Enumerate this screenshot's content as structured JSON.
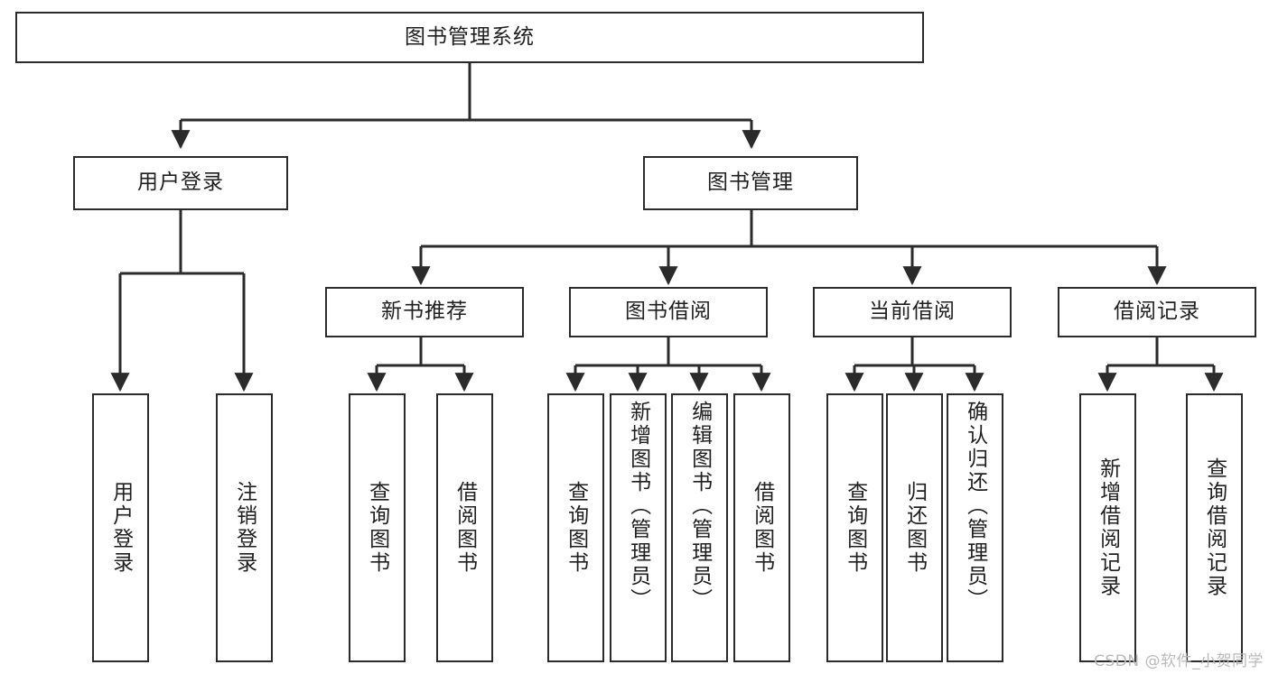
{
  "diagram": {
    "title": "图书管理系统",
    "watermark": "CSDN @软件_小贺同学",
    "colors": {
      "background": "#ffffff",
      "box_border": "#2b2b2b",
      "box_fill": "#ffffff",
      "text": "#1f1f1f",
      "edge": "#2b2b2b",
      "watermark": "#b9b9b9"
    },
    "levels": {
      "root": {
        "label": "图书管理系统"
      },
      "level2": [
        {
          "label": "用户登录"
        },
        {
          "label": "图书管理"
        }
      ],
      "level3": [
        {
          "label": "新书推荐"
        },
        {
          "label": "图书借阅"
        },
        {
          "label": "当前借阅"
        },
        {
          "label": "借阅记录"
        }
      ]
    },
    "leaves": {
      "user_login": [
        {
          "label": "用户登录"
        },
        {
          "label": "注销登录"
        }
      ],
      "new_book": [
        {
          "label": "查询图书"
        },
        {
          "label": "借阅图书"
        }
      ],
      "book_borrow": [
        {
          "label": "查询图书"
        },
        {
          "label": "新增图书（管理员）"
        },
        {
          "label": "编辑图书（管理员）"
        },
        {
          "label": "借阅图书"
        }
      ],
      "current_borrow": [
        {
          "label": "查询图书"
        },
        {
          "label": "归还图书"
        },
        {
          "label": "确认归还（管理员）"
        }
      ],
      "borrow_record": [
        {
          "label": "新增借阅记录"
        },
        {
          "label": "查询借阅记录"
        }
      ]
    }
  }
}
